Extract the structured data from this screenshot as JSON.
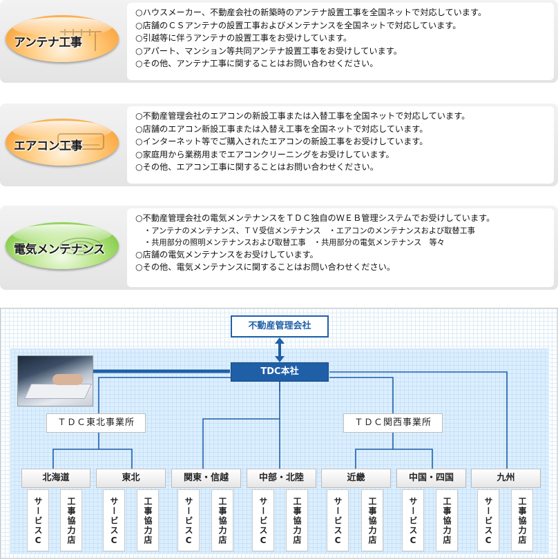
{
  "services": [
    {
      "title": "アンテナ工事",
      "lines": [
        "○ハウスメーカー、不動産会社の新築時のアンテナ設置工事を全国ネットで対応しています。",
        "○店舗のＣＳアンテナの設置工事およびメンテナンスを全国ネットで対応しています。",
        "○引越等に伴うアンテナの設置工事をお受けしています。",
        "○アパート、マンション等共同アンテナ設置工事をお受けしています。",
        "○その他、アンテナ工事に関することはお問い合わせください。"
      ]
    },
    {
      "title": "エアコン工事",
      "lines": [
        "○不動産管理会社のエアコンの新設工事または入替工事を全国ネットで対応しています。",
        "○店舗のエアコン新設工事または入替え工事を全国ネットで対応しています。",
        "○インターネット等でご購入されたエアコンの新設工事をお受けしています。",
        "○家庭用から業務用までエアコンクリーニングをお受けしています。",
        "○その他、エアコン工事に関することはお問い合わせください。"
      ]
    },
    {
      "title": "電気メンテナンス",
      "lines": [
        "○不動産管理会社の電気メンテナンスをＴＤＣ独自のＷＥＢ管理システムでお受けしています。",
        "・アンテナのメンテナンス、ＴＶ受信メンテナンス　・エアコンのメンテナンスおよび取替工事",
        "・共用部分の照明メンテナンスおよび取替工事　・共用部分の電気メンテナンス　等々",
        "○店舗の電気メンテナンスをお受けしています。",
        "○その他、電気メンテナンスに関することはお問い合わせください。"
      ]
    }
  ],
  "org": {
    "top": "不動産管理会社",
    "hq": "TDC本社",
    "offices": [
      "ＴＤＣ東北事業所",
      "ＴＤＣ関西事業所"
    ],
    "regions": [
      "北海道",
      "東北",
      "関東・信越",
      "中部・北陸",
      "近畿",
      "中国・四国",
      "九州"
    ],
    "unit_labels": [
      "サービスC",
      "工事協力店"
    ]
  },
  "colors": {
    "brand_blue": "#1f5fa8",
    "badge_orange": "#f6911e",
    "badge_green": "#6bbd2a"
  }
}
